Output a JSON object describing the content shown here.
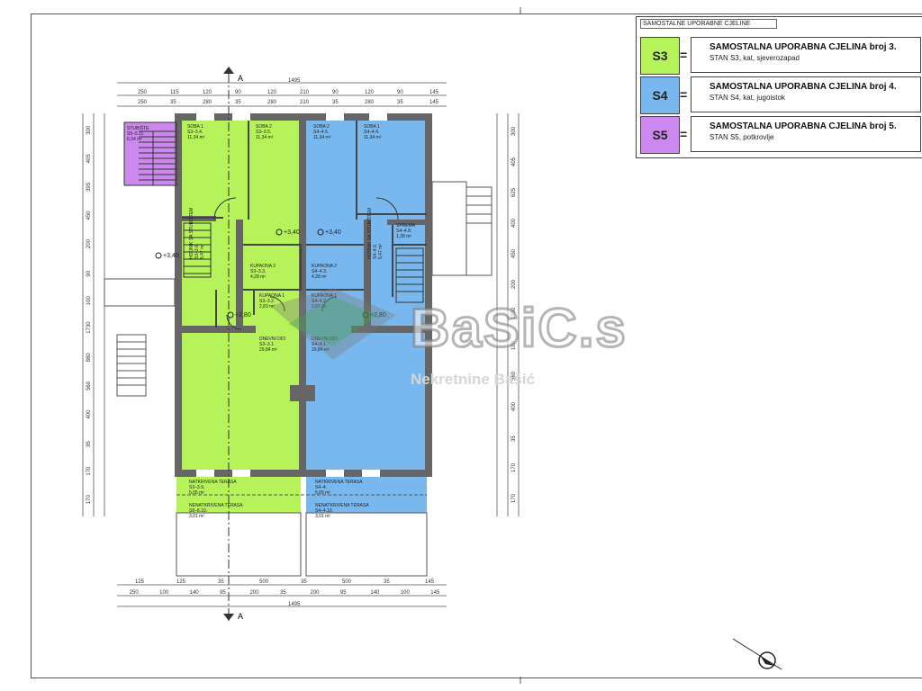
{
  "legend": {
    "header": "SAMOSTALNE UPORABNE CJELINE",
    "eq": "=",
    "rows": [
      {
        "code": "S3",
        "color": "#b6f25a",
        "title": "SAMOSTALNA UPORABNA CJELINA  broj 3.",
        "sub": "STAN S3, kat, sjeverozapad"
      },
      {
        "code": "S4",
        "color": "#79b8ee",
        "title": "SAMOSTALNA UPORABNA CJELINA  broj 4.",
        "sub": "STAN S4, kat, jugoistok"
      },
      {
        "code": "S5",
        "color": "#cc88ee",
        "title": "SAMOSTALNA UPORABNA CJELINA  broj 5.",
        "sub": "STAN S5, potkrovlje"
      }
    ]
  },
  "plan": {
    "section_mark": "A",
    "dims_top_total": "1495",
    "dims_top_row1": [
      "250",
      "115",
      "120",
      "90",
      "120",
      "210",
      "90",
      "120",
      "90",
      "145"
    ],
    "dims_top_row2": [
      "250",
      "35",
      "280",
      "35",
      "280",
      "210",
      "35",
      "280",
      "35",
      "145"
    ],
    "dims_bottom_row1": [
      "125",
      "125",
      "35",
      "500",
      "35",
      "500",
      "35",
      "145"
    ],
    "dims_bottom_row2": [
      "250",
      "100",
      "140",
      "95",
      "200",
      "35",
      "200",
      "95",
      "140",
      "100",
      "145"
    ],
    "dims_bottom_total": "1495",
    "dims_left": [
      "300",
      "405",
      "395",
      "450",
      "200",
      "90",
      "100",
      "1730",
      "880",
      "560",
      "400",
      "35",
      "170",
      "170"
    ],
    "dims_right": [
      "300",
      "405",
      "625",
      "400",
      "450",
      "200",
      "1730",
      "100",
      "560",
      "400",
      "35",
      "170",
      "170"
    ],
    "levels": [
      "+3,40",
      "+3,40",
      "+3,40",
      "+2,80",
      "+2,80"
    ],
    "rooms": [
      {
        "name": "STUBIŠTE",
        "code": "S5–5.11.",
        "area": "6,34 m²"
      },
      {
        "name": "SOBA 1",
        "code": "S3–3.4.",
        "area": "11,34 m²"
      },
      {
        "name": "SOBA 2",
        "code": "S3–3.5.",
        "area": "11,34 m²"
      },
      {
        "name": "SOBA 2",
        "code": "S4–4.5.",
        "area": "11,34 m²"
      },
      {
        "name": "SOBA 1",
        "code": "S4–4.4.",
        "area": "11,34 m²"
      },
      {
        "name": "HODNIK SA STUBIŠTEM",
        "code": "S3–3.6.",
        "area": "5,47 m²"
      },
      {
        "name": "KUPAONA 2",
        "code": "S3–3.3.",
        "area": "4,28 m²"
      },
      {
        "name": "KUPAONA 1",
        "code": "S3–3.2.",
        "area": "2,83 m²"
      },
      {
        "name": "KUPAONA 2",
        "code": "S4–4.3.",
        "area": "4,28 m²"
      },
      {
        "name": "KUPAONA 1",
        "code": "S4–4.2.",
        "area": "2,87 m²"
      },
      {
        "name": "HODNIK SA STUBIŠTEM",
        "code": "S4–4.6.",
        "area": "5,47 m²"
      },
      {
        "name": "SPREMA",
        "code": "S4–4.8.",
        "area": "1,38 m²"
      },
      {
        "name": "DNEVNI DIO",
        "code": "S3–3.1.",
        "area": "29,84 m²"
      },
      {
        "name": "DNEVNI DIO",
        "code": "S4–4.1.",
        "area": "29,84 m²"
      },
      {
        "name": "NATKRIVENA TERASA",
        "code": "S3–3.9.",
        "area": "5,05 m²"
      },
      {
        "name": "NENATKRIVENA TERASA",
        "code": "S8–8.10.",
        "area": "3,01 m²"
      },
      {
        "name": "NATKRIVENA TERASA",
        "code": "S4–4.",
        "area": "5,05 m²"
      },
      {
        "name": "NENATKRIVENA TERASA",
        "code": "S4–4.10.",
        "area": "3,01 m²"
      }
    ]
  },
  "watermark": {
    "word": "BaSiC.s",
    "sub": "Nekretnine Bašić"
  }
}
